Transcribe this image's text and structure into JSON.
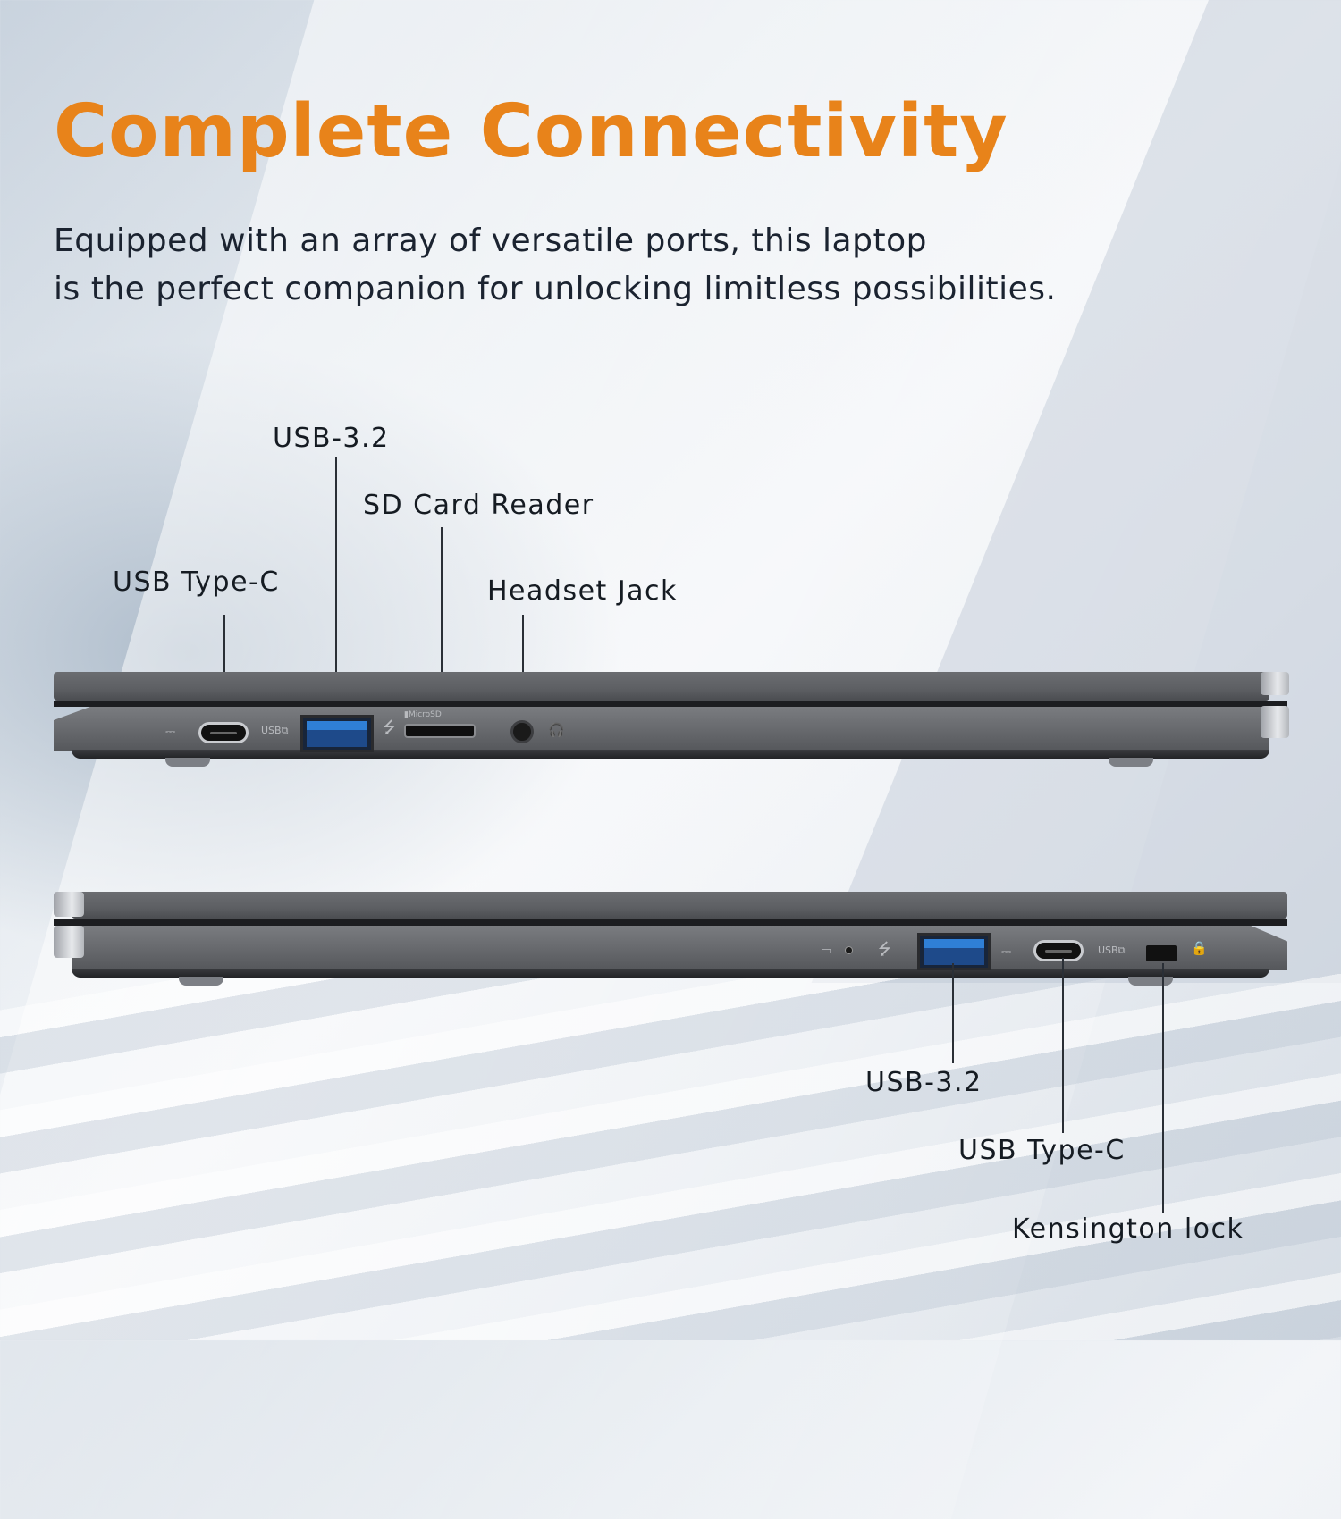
{
  "header": {
    "title": "Complete Connectivity",
    "subtitle_line1": "Equipped with an array of versatile ports, this laptop",
    "subtitle_line2": "is the perfect companion for unlocking limitless possibilities."
  },
  "colors": {
    "title": "#e8831a",
    "text": "#151b22",
    "usb_a_blue": "#2f7fd6",
    "chassis": "#5d5f63"
  },
  "left_side": {
    "labels": {
      "usb_c": "USB Type-C",
      "usb_32": "USB-3.2",
      "sd": "SD Card Reader",
      "headset": "Headset Jack"
    },
    "icons": {
      "power_dc": "⎓",
      "usb_display": "USB⧉",
      "usb_symbol": "⭍",
      "microsd": "▮MicroSD",
      "headset": "🎧"
    }
  },
  "right_side": {
    "labels": {
      "usb_32": "USB-3.2",
      "usb_c": "USB Type-C",
      "kensington": "Kensington lock"
    },
    "icons": {
      "battery": "▭",
      "usb_symbol": "⭍",
      "power_dc": "⎓",
      "usb_display": "USB⧉",
      "lock": "🔒"
    }
  }
}
